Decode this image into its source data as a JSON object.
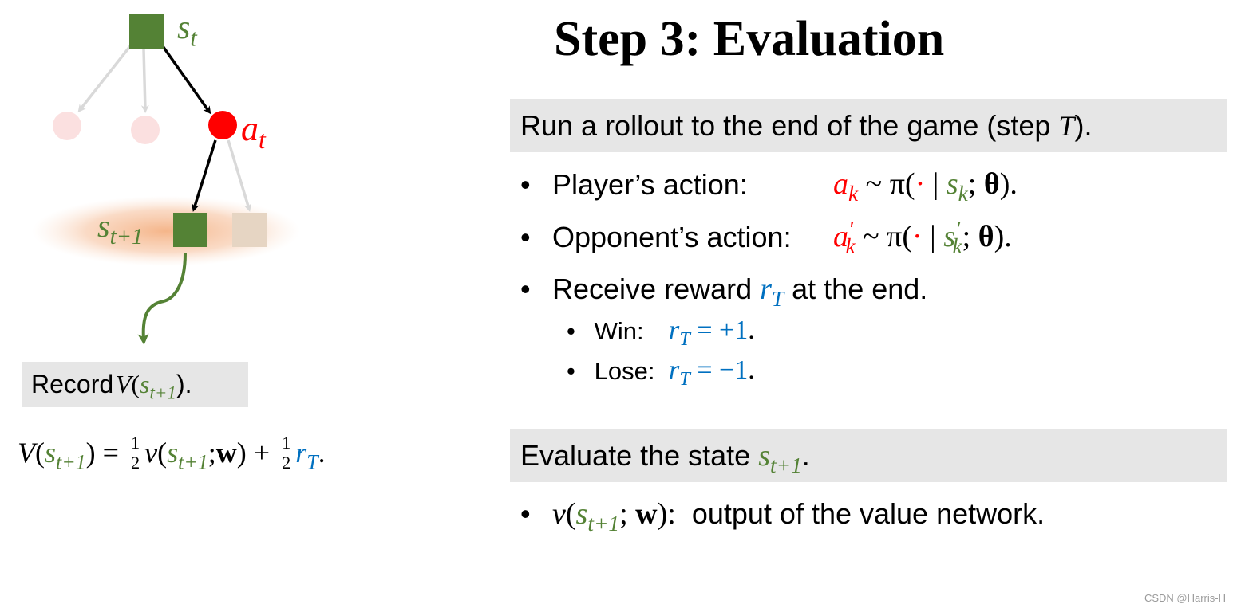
{
  "title": "Step 3: Evaluation",
  "tree": {
    "root_label": "s",
    "root_sub": "t",
    "action_label": "a",
    "action_sub": "t",
    "child_label": "s",
    "child_sub": "t+1"
  },
  "record": {
    "prefix": "Record ",
    "V": "V",
    "s": "s",
    "sub": "t+1",
    "suffix": ")."
  },
  "formula": {
    "lhs_V": "V",
    "s": "s",
    "sub": "t+1",
    "eq": ") = ",
    "half_num": "1",
    "half_den": "2",
    "v": "v",
    "w": "w",
    "plus": ") + ",
    "r": "r",
    "r_sub": "T",
    "end": "."
  },
  "rollout": {
    "panel_text": "Run a rollout to the end of the game (step ",
    "T": "T",
    "panel_end": ").",
    "player_label": "Player’s action:",
    "opponent_label": "Opponent’s action:",
    "a": "a",
    "k": "k",
    "prime": "′",
    "sim": " ~ π(",
    "dot": "·",
    "bar": " | ",
    "s": "s",
    "theta": "θ",
    "close": ").",
    "reward_pre": "Receive reward ",
    "r": "r",
    "r_sub": "T",
    "reward_post": " at the end.",
    "win_label": "Win:",
    "win_value": " = +1",
    "lose_label": "Lose:",
    "lose_value": " = −1",
    "period": "."
  },
  "evaluate": {
    "panel_text": "Evaluate the state ",
    "s": "s",
    "sub": "t+1",
    "panel_end": ".",
    "v": "v",
    "w": "w",
    "desc": "output of the value network."
  },
  "watermark": "CSDN @Harris-H",
  "colors": {
    "green": "#548235",
    "red": "#ff0000",
    "blue": "#0070c0",
    "panel_bg": "#e6e6e6"
  }
}
